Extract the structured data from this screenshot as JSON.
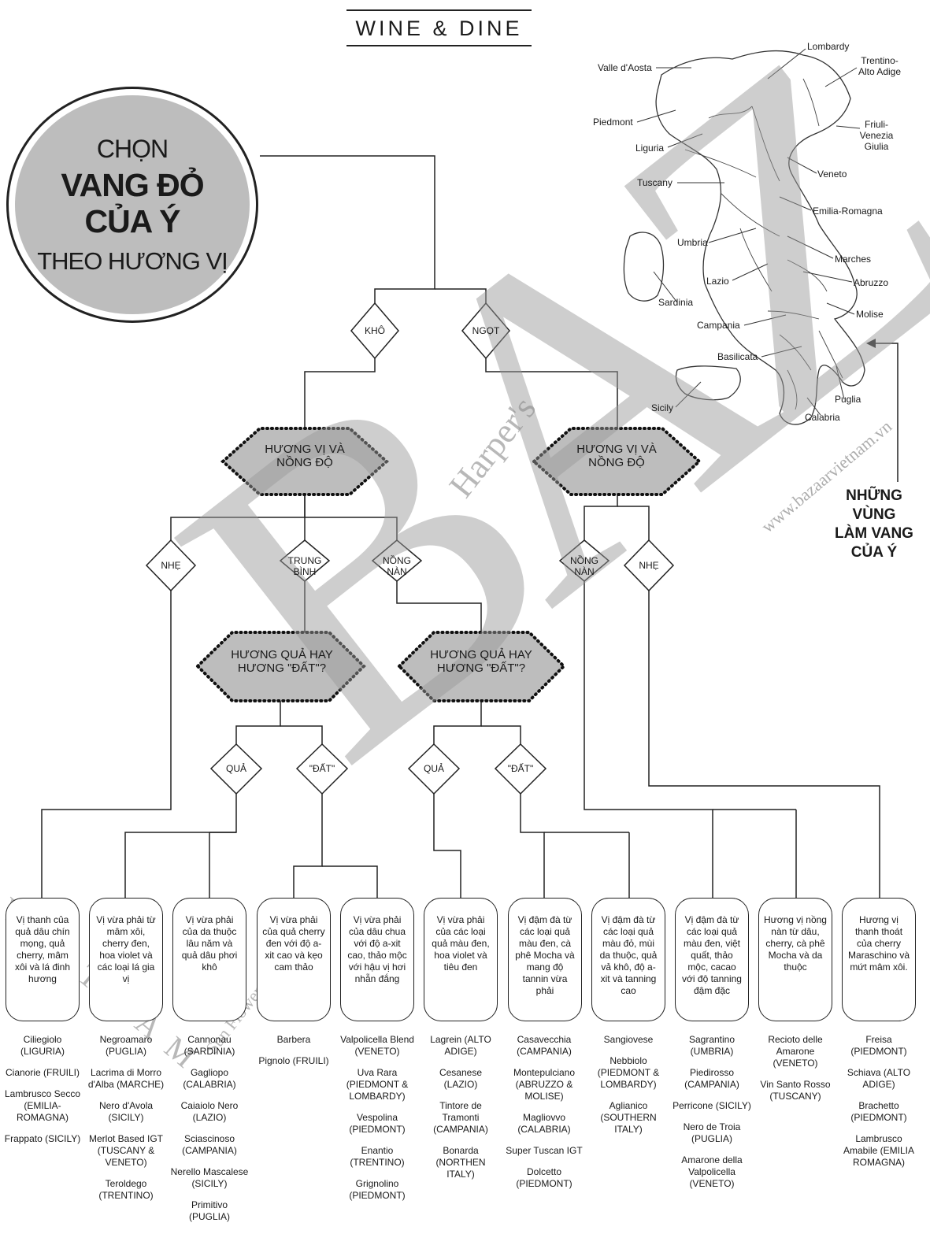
{
  "header": {
    "title": "WINE & DINE"
  },
  "title_circle": {
    "line1": "CHỌN",
    "line2": "VANG ĐỎ",
    "line3": "CỦA Ý",
    "line4": "THEO HƯƠNG VỊ"
  },
  "decisions": {
    "dry": "KHÔ",
    "sweet": "NGỌT",
    "flavor_body_left": "HƯƠNG VỊ VÀ NỒNG ĐỘ",
    "flavor_body_right": "HƯƠNG VỊ VÀ NỒNG ĐỘ",
    "light_left": "NHẸ",
    "medium": "TRUNG BÌNH",
    "full_left": "NỒNG NÀN",
    "full_right": "NỒNG NÀN",
    "light_right": "NHẸ",
    "fruit_earth_1": "HƯƠNG QUẢ HAY HƯƠNG \"ĐẤT\"?",
    "fruit_earth_2": "HƯƠNG QUẢ HAY HƯƠNG \"ĐẤT\"?",
    "fruit_1": "QUẢ",
    "earth_1": "\"ĐẤT\"",
    "fruit_2": "QUẢ",
    "earth_2": "\"ĐẤT\""
  },
  "profiles": [
    "Vị thanh của quả dâu chín mọng, quả cherry, mâm xôi và lá đinh hương",
    "Vị vừa phải từ mâm xôi, cherry đen, hoa violet và các loại lá gia vị",
    "Vị vừa phải của da thuộc lâu năm và quả dâu phơi khô",
    "Vị vừa phải của quả cherry đen với độ a-xit cao và kẹo cam thảo",
    "Vị vừa phải của dâu chua với độ a-xit cao, thảo mộc với hậu vị hơi nhẫn đắng",
    "Vị vừa phải của các loại quả màu đen, hoa violet và tiêu đen",
    "Vị đậm đà từ các loại quả màu đen, cà phê Mocha và mang độ tannin vừa phải",
    "Vị đậm đà từ các loại quả màu đỏ, mùi da thuộc, quả vả khô, độ a-xit và tanning cao",
    "Vị đậm đà từ các loại quả màu đen, việt quất, thảo mộc, cacao với độ tanning đậm đặc",
    "Hương vị nồng nàn từ dâu, cherry, cà phê Mocha và da thuộc",
    "Hương vị thanh thoát của cherry Maraschino và mứt mâm xôi."
  ],
  "wines": [
    [
      "Ciliegiolo (LIGURIA)",
      "Cianorie (FRUILI)",
      "Lambrusco Secco (EMILIA-ROMAGNA)",
      "Frappato (SICILY)"
    ],
    [
      "Negroamaro (PUGLIA)",
      "Lacrima di Morro d'Alba (MARCHE)",
      "Nero d'Avola (SICILY)",
      "Merlot Based IGT (TUSCANY & VENETO)",
      "Teroldego (TRENTINO)"
    ],
    [
      "Cannonau (SARDINIA)",
      "Gagliopo (CALABRIA)",
      "Caiaiolo Nero (LAZIO)",
      "Sciascinoso (CAMPANIA)",
      "Nerello Mascalese (SICILY)",
      "Primitivo (PUGLIA)"
    ],
    [
      "Barbera",
      "Pignolo (FRUILI)"
    ],
    [
      "Valpolicella Blend (VENETO)",
      "Uva Rara (PIEDMONT & LOMBARDY)",
      "Vespolina (PIEDMONT)",
      "Enantio (TRENTINO)",
      "Grignolino (PIEDMONT)"
    ],
    [
      "Lagrein (ALTO ADIGE)",
      "Cesanese (LAZIO)",
      "Tintore de Tramonti (CAMPANIA)",
      "Bonarda (NORTHEN ITALY)"
    ],
    [
      "Casavecchia (CAMPANIA)",
      "Montepulciano (ABRUZZO & MOLISE)",
      "Magliovvo (CALABRIA)",
      "Super Tuscan IGT",
      "Dolcetto (PIEDMONT)"
    ],
    [
      "Sangiovese",
      "Nebbiolo (PIEDMONT & LOMBARDY)",
      "Aglianico (SOUTHERN ITALY)"
    ],
    [
      "Sagrantino (UMBRIA)",
      "Piedirosso (CAMPANIA)",
      "Perricone (SICILY)",
      "Nero de Troia (PUGLIA)",
      "Amarone della Valpolicella (VENETO)"
    ],
    [
      "Recioto delle Amarone (VENETO)",
      "Vin Santo Rosso (TUSCANY)"
    ],
    [
      "Freisa (PIEDMONT)",
      "Schiava (ALTO ADIGE)",
      "Brachetto (PIEDMONT)",
      "Lambrusco Amabile (EMILIA ROMAGNA)"
    ]
  ],
  "map": {
    "title": "NHỮNG VÙNG LÀM VANG CỦA Ý",
    "regions": {
      "lombardy": "Lombardy",
      "trentino": "Trentino-Alto Adige",
      "valle": "Valle d'Aosta",
      "piedmont": "Piedmont",
      "friuli": "Friuli-Venezia Giulia",
      "liguria": "Liguria",
      "tuscany": "Tuscany",
      "veneto": "Veneto",
      "emilia": "Emilia-Romagna",
      "umbria": "Umbria",
      "marches": "Marches",
      "lazio": "Lazio",
      "abruzzo": "Abruzzo",
      "sardinia": "Sardinia",
      "molise": "Molise",
      "campania": "Campania",
      "basilicata": "Basilicata",
      "puglia": "Puglia",
      "sicily": "Sicily",
      "calabria": "Calabria"
    }
  },
  "watermarks": {
    "brand_letters": "BAZ",
    "harpers": "Harper's",
    "website": "www.bazaarvietnam.vn",
    "vn_letters": "V I Ệ T N A M",
    "sunflower": "Sun Flower Media"
  }
}
